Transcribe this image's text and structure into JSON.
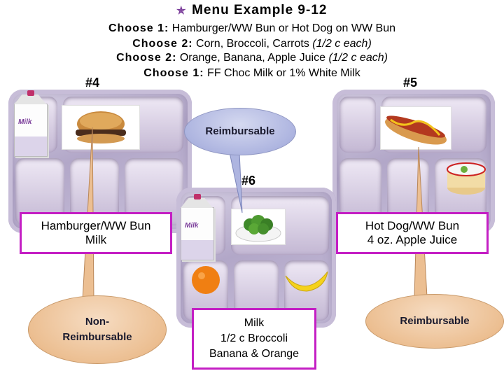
{
  "header": {
    "star": "✯",
    "title": "Menu Example 9-12",
    "lines": [
      {
        "choose": "Choose 1:",
        "text": " Hamburger/WW Bun or Hot Dog on WW Bun",
        "italic": ""
      },
      {
        "choose": "Choose 2:",
        "text": " Corn, Broccoli, Carrots ",
        "italic": "(1/2 c each)"
      },
      {
        "choose": "Choose 2:",
        "text": " Orange, Banana, Apple Juice ",
        "italic": "(1/2 c each)"
      },
      {
        "choose": "Choose 1:",
        "text": " FF Choc Milk or 1% White Milk",
        "italic": ""
      }
    ]
  },
  "trays": {
    "t4": {
      "number": "#4",
      "milk_label": "Milk",
      "label_lines": [
        "Hamburger/WW Bun",
        "Milk"
      ]
    },
    "t5": {
      "number": "#5",
      "label_lines": [
        "Hot Dog/WW Bun",
        "4 oz. Apple Juice"
      ]
    },
    "t6": {
      "number": "#6",
      "milk_label": "Milk",
      "label_lines": [
        "Milk",
        "1/2 c Broccoli",
        "Banana & Orange"
      ]
    }
  },
  "bubbles": {
    "top": {
      "lines": [
        "Reimbursable"
      ]
    },
    "left": {
      "lines": [
        "Non-",
        "Reimbursable"
      ]
    },
    "right": {
      "lines": [
        "Reimbursable"
      ]
    }
  },
  "colors": {
    "label_border": "#c41fc4",
    "reimbursable": "#aeb5e0",
    "non_reimbursable": "#ecbf92",
    "tray": "#b2a7c8"
  }
}
